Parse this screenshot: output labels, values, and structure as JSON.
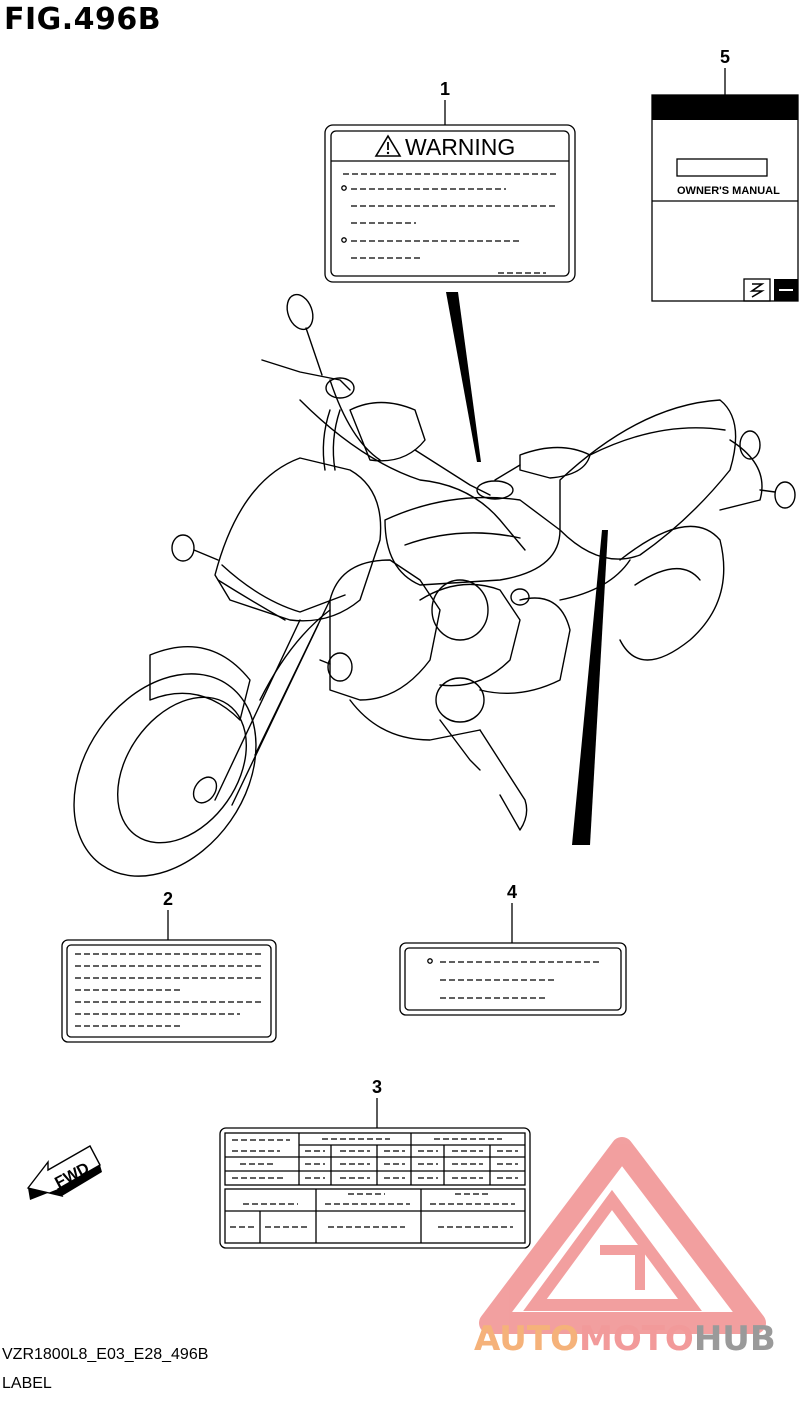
{
  "figure": {
    "title": "FIG.496B",
    "code": "VZR1800L8_E03_E28_496B",
    "name": "LABEL"
  },
  "callouts": [
    "1",
    "2",
    "3",
    "4",
    "5"
  ],
  "warning_label": {
    "heading": "WARNING"
  },
  "owners_manual": {
    "title": "OWNER'S MANUAL",
    "brand": "SUZUKI"
  },
  "direction_marker": {
    "label": "FWD"
  },
  "watermark": {
    "part1": "AUTO",
    "part2": "MOTO",
    "part3": "HUB",
    "color1": "#f5b27a",
    "color2": "#f29a9a",
    "color3": "#9a9a9a"
  },
  "colors": {
    "ink": "#000000",
    "paper": "#ffffff",
    "watermark_red": "#ee8080"
  }
}
